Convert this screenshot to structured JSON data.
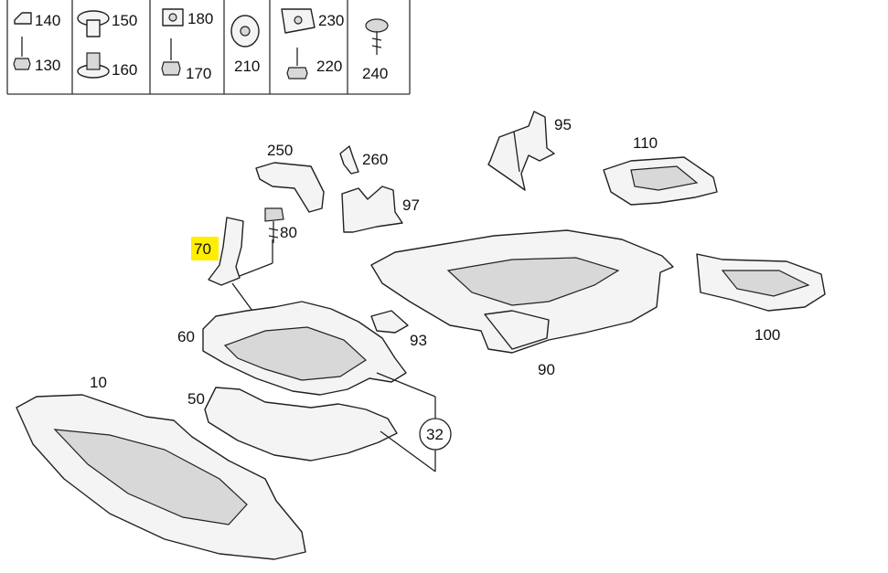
{
  "legend_items": [
    {
      "label": "140",
      "icon": "clip-icon"
    },
    {
      "label": "130",
      "icon": "hex-screw-icon"
    },
    {
      "label": "150",
      "icon": "rivet-icon"
    },
    {
      "label": "160",
      "icon": "grommet-icon"
    },
    {
      "label": "180",
      "icon": "clip-nut-icon"
    },
    {
      "label": "170",
      "icon": "hex-bolt-icon"
    },
    {
      "label": "210",
      "icon": "round-nut-icon"
    },
    {
      "label": "230",
      "icon": "clip-nut-icon"
    },
    {
      "label": "220",
      "icon": "hex-bolt-icon"
    },
    {
      "label": "240",
      "icon": "self-tapping-screw-icon"
    }
  ],
  "part_labels": {
    "p95": "95",
    "p110": "110",
    "p250": "250",
    "p260": "260",
    "p97": "97",
    "p80": "80",
    "p70": "70",
    "p100": "100",
    "p60": "60",
    "p93": "93",
    "p90": "90",
    "p10": "10",
    "p50": "50",
    "p32": "32"
  },
  "colors": {
    "highlight": "#ffee00",
    "ink": "#222222"
  }
}
